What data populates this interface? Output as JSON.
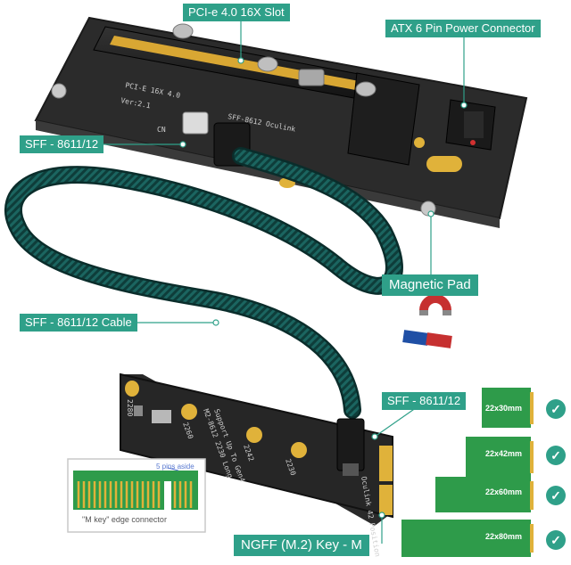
{
  "labels": {
    "pcie_slot": "PCI-e 4.0 16X Slot",
    "atx_power": "ATX 6 Pin Power Connector",
    "sff_top": "SFF - 8611/12",
    "magnetic_pad": "Magnetic Pad",
    "sff_cable": "SFF - 8611/12 Cable",
    "sff_bottom": "SFF - 8611/12",
    "ngff": "NGFF (M.2) Key - M"
  },
  "board_print": {
    "model": "PCI-E 16X 4.0",
    "version": "Ver:2.1",
    "port": "SFF-8612 Oculink",
    "cn": "CN"
  },
  "m2_print": {
    "line1": "M2-8612 2230 Long",
    "line2": "Support Up To Gen4",
    "position": "Oculink 42 Position",
    "n2280": "2280",
    "n2260": "2260",
    "n2242": "2242",
    "n2230": "2230"
  },
  "mkey": {
    "pins_note": "5 pins aside",
    "caption": "\"M key\" edge connector"
  },
  "sizes": [
    {
      "label": "22x30mm"
    },
    {
      "label": "22x42mm"
    },
    {
      "label": "22x60mm"
    },
    {
      "label": "22x80mm"
    }
  ],
  "icons": {
    "check": "✓"
  },
  "colors": {
    "accent": "#2fa089",
    "pcb": "#2a2a2a",
    "pcb_green": "#2e9b4a",
    "gold": "#e0b23a",
    "slot": "#1a1a1a"
  }
}
